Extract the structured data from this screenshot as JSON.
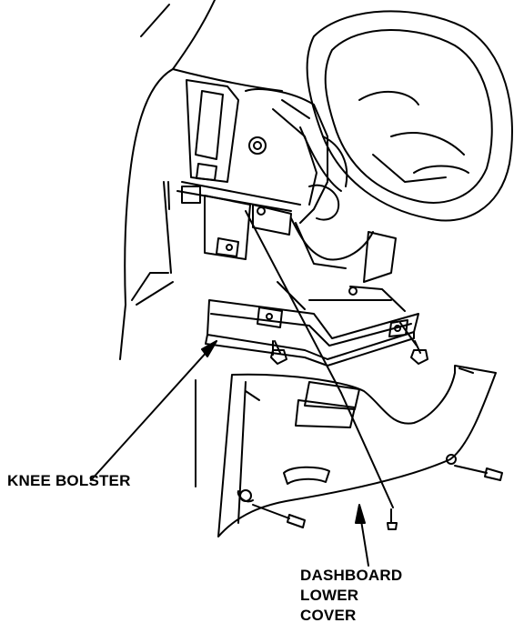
{
  "labels": {
    "knee_bolster": "KNEE BOLSTER",
    "dashboard_lower_cover": [
      "DASHBOARD",
      "LOWER",
      "COVER"
    ]
  },
  "colors": {
    "line": "#000000",
    "background": "#ffffff"
  }
}
